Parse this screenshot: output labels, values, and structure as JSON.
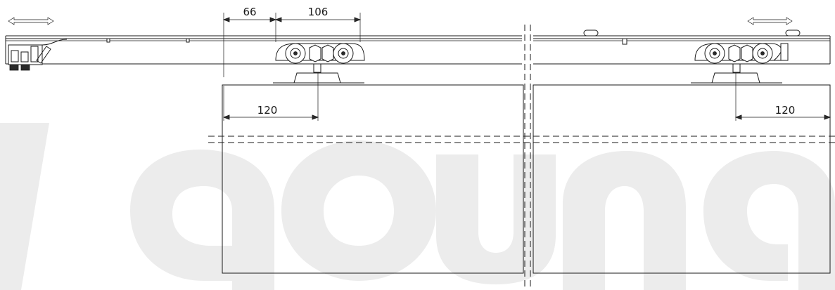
{
  "dimensions": {
    "left_roller_offset": "66",
    "roller_spacing": "106",
    "left_edge_to_hanger": "120",
    "right_edge_to_hanger": "120"
  },
  "icons": {
    "left_motion": "double-arrow-icon",
    "right_motion": "double-arrow-icon"
  },
  "colors": {
    "line": "#1a1a1a",
    "watermark": "#ececec"
  }
}
